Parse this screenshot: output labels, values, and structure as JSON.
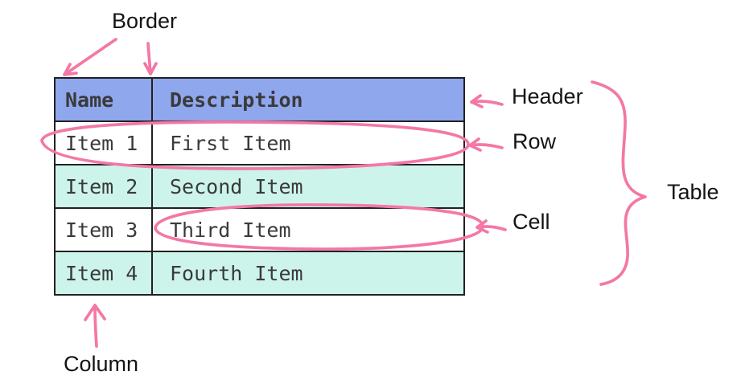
{
  "labels": {
    "border": "Border",
    "header": "Header",
    "row": "Row",
    "cell": "Cell",
    "table": "Table",
    "column": "Column"
  },
  "table": {
    "headers": [
      "Name",
      "Description"
    ],
    "rows": [
      [
        "Item 1",
        "First Item"
      ],
      [
        "Item 2",
        "Second Item"
      ],
      [
        "Item 3",
        "Third Item"
      ],
      [
        "Item 4",
        "Fourth Item"
      ]
    ]
  },
  "colors": {
    "header_bg": "#8FA7ED",
    "stripe_bg": "#CDF4EA",
    "row_bg": "#FFFFFF",
    "ink_pink": "#F378A6",
    "table_line": "#212121",
    "table_text": "#3A3A3A",
    "label_text": "#141414"
  }
}
